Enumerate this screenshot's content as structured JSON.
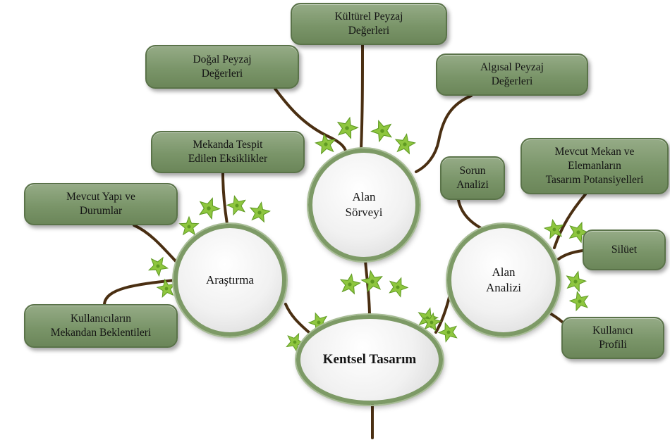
{
  "diagram": {
    "root": {
      "label": "Kentsel Tasarım"
    },
    "hubs": [
      {
        "id": "alan-sorveyi",
        "label": "Alan\nSörveyi"
      },
      {
        "id": "arastirma",
        "label": "Araştırma"
      },
      {
        "id": "alan-analizi",
        "label": "Alan\nAnalizi"
      }
    ],
    "nodes": [
      {
        "id": "kulturel",
        "hub": "alan-sorveyi",
        "label": "Kültürel Peyzaj\nDeğerleri"
      },
      {
        "id": "dogal",
        "hub": "alan-sorveyi",
        "label": "Doğal Peyzaj\nDeğerleri"
      },
      {
        "id": "algisal",
        "hub": "alan-sorveyi",
        "label": "Algısal Peyzaj\nDeğerleri"
      },
      {
        "id": "eksiklikler",
        "hub": "arastirma",
        "label": "Mekanda Tespit\nEdilen Eksiklikler"
      },
      {
        "id": "yapi",
        "hub": "arastirma",
        "label": "Mevcut Yapı ve\nDurumlar"
      },
      {
        "id": "beklentiler",
        "hub": "arastirma",
        "label": "Kullanıcıların\nMekandan Beklentileri"
      },
      {
        "id": "sorun",
        "hub": "alan-analizi",
        "label": "Sorun\nAnalizi"
      },
      {
        "id": "potansiyel",
        "hub": "alan-analizi",
        "label": "Mevcut Mekan ve\nElemanların\nTasarım Potansiyelleri"
      },
      {
        "id": "siluet",
        "hub": "alan-analizi",
        "label": "Silüet"
      },
      {
        "id": "profil",
        "hub": "alan-analizi",
        "label": "Kullanıcı\nProfili"
      }
    ]
  },
  "colors": {
    "branch": "#4a2f12",
    "box": "#7a9569",
    "ring": "#7d9a66",
    "leaf": "#8ec63f",
    "leaf_dark": "#5f9a22"
  }
}
